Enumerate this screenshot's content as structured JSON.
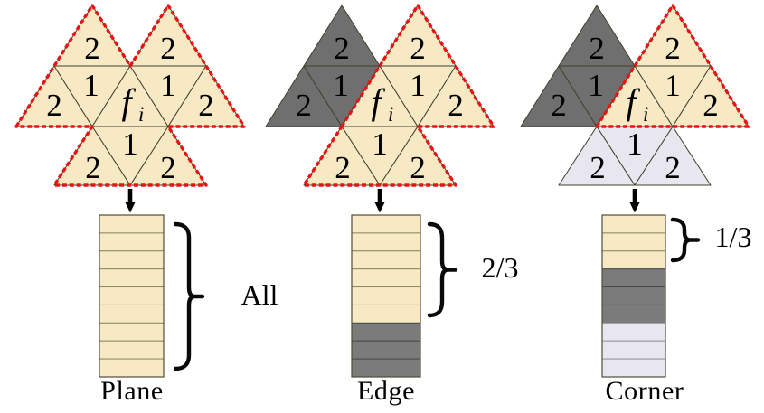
{
  "figure": {
    "colors": {
      "background": "#FFFFFF",
      "cream": "#F8E9C5",
      "dark_gray": "#6F6F6F",
      "stack_dark_gray": "#7B7B7B",
      "light_gray": "#E8E6EF",
      "red_dash": "#EC1212",
      "triangle_edge": "#40402E",
      "cream_cell_edge": "#8E8A60",
      "dark_cell_edge": "#4A4A4A",
      "light_cell_edge": "#95939E",
      "stack_border": "#4F4D3B",
      "text": "#000000",
      "arrow": "#000000",
      "brace": "#0A0A0A"
    },
    "panels": [
      {
        "name": "plane",
        "caption": "Plane",
        "face_label": "f",
        "face_subscript": "i",
        "ring1_label": "1",
        "ring2_label": "2",
        "brace_label": "All",
        "triangle_fills": {
          "top_left_2": "cream",
          "top_right_2": "cream",
          "far_left_2": "cream",
          "left_1": "cream",
          "face": "cream",
          "right_1": "cream",
          "far_right_2": "cream",
          "bottom_1": "cream",
          "bottom_left_2": "cream",
          "bottom_right_2": "cream"
        },
        "stack_segments": [
          {
            "fill": "cream",
            "cells": 9
          }
        ]
      },
      {
        "name": "edge",
        "caption": "Edge",
        "face_label": "f",
        "face_subscript": "i",
        "ring1_label": "1",
        "ring2_label": "2",
        "brace_label": "2/3",
        "triangle_fills": {
          "top_left_2": "dark_gray",
          "top_right_2": "cream",
          "far_left_2": "dark_gray",
          "left_1": "dark_gray",
          "face": "cream",
          "right_1": "cream",
          "far_right_2": "cream",
          "bottom_1": "cream",
          "bottom_left_2": "cream",
          "bottom_right_2": "cream"
        },
        "stack_segments": [
          {
            "fill": "cream",
            "cells": 6
          },
          {
            "fill": "stack_dark_gray",
            "cells": 3
          }
        ]
      },
      {
        "name": "corner",
        "caption": "Corner",
        "face_label": "f",
        "face_subscript": "i",
        "ring1_label": "1",
        "ring2_label": "2",
        "brace_label": "1/3",
        "triangle_fills": {
          "top_left_2": "dark_gray",
          "top_right_2": "cream",
          "far_left_2": "dark_gray",
          "left_1": "dark_gray",
          "face": "cream",
          "right_1": "cream",
          "far_right_2": "cream",
          "bottom_1": "light_gray",
          "bottom_left_2": "light_gray",
          "bottom_right_2": "light_gray"
        },
        "stack_segments": [
          {
            "fill": "cream",
            "cells": 3
          },
          {
            "fill": "stack_dark_gray",
            "cells": 3
          },
          {
            "fill": "light_gray",
            "cells": 3
          }
        ]
      }
    ]
  }
}
